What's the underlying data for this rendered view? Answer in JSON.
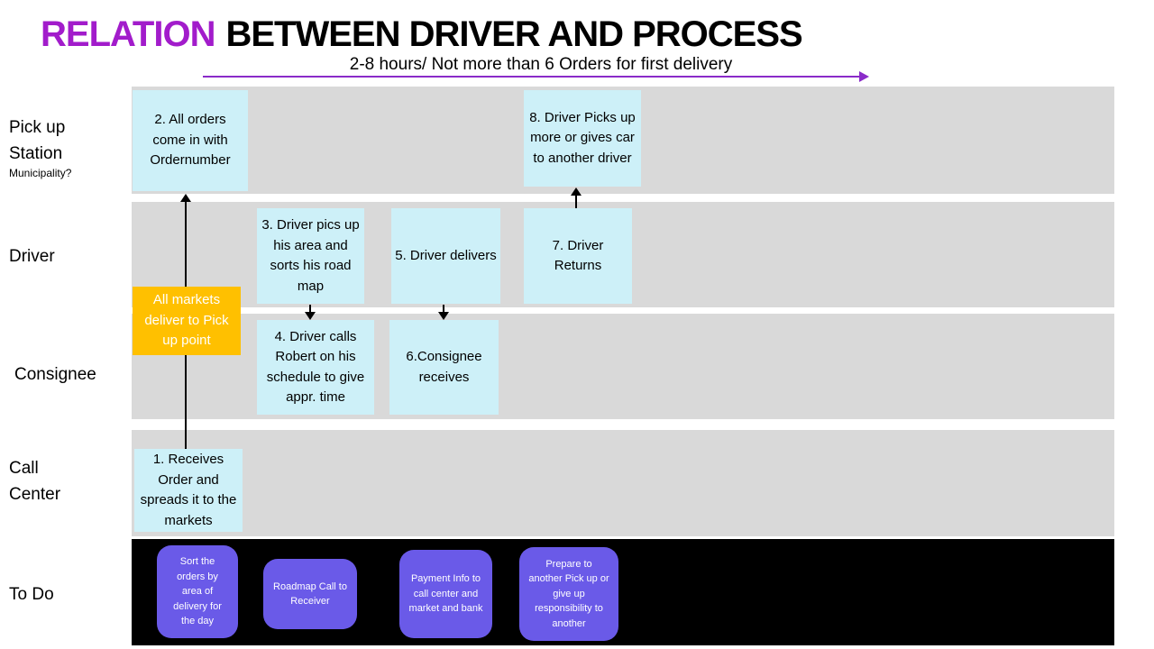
{
  "slide": {
    "title_highlight": "RELATION",
    "title_rest": "BETWEEN DRIVER AND PROCESS",
    "timeline_label": "2-8 hours/ Not more than 6 Orders for first delivery"
  },
  "lanes": {
    "pickup": {
      "label": "Pick up Station",
      "sublabel": "Municipality?"
    },
    "driver": {
      "label": "Driver"
    },
    "consignee": {
      "label": "Consignee"
    },
    "call_center": {
      "label": "Call Center"
    },
    "todo": {
      "label": "To Do"
    }
  },
  "steps": {
    "s1": "1. Receives Order and spreads it to the markets",
    "s2": "2. All orders come in with Ordernumber",
    "s3": "3. Driver pics up his area and sorts his road map",
    "s4": "4. Driver calls Robert on his schedule to give appr. time",
    "s5": "5. Driver delivers",
    "s6": "6.Consignee receives",
    "s7": "7. Driver Returns",
    "s8": "8. Driver Picks up more or gives car to another driver"
  },
  "note": "All markets deliver to Pick up point",
  "todos": [
    "Sort the orders by area of delivery for the day",
    "Roadmap Call to Receiver",
    "Payment Info to call center and market and bank",
    "Prepare to another Pick up or give up responsibility to another"
  ],
  "colors": {
    "title_accent": "#A21CCB",
    "arrow_accent": "#8A2BC9",
    "lane_bg": "#D9D9D9",
    "step_bg": "#CDF0F8",
    "note_bg": "#FFC000",
    "todo_bg": "#6A5AE8",
    "todo_lane_bg": "#000000"
  }
}
